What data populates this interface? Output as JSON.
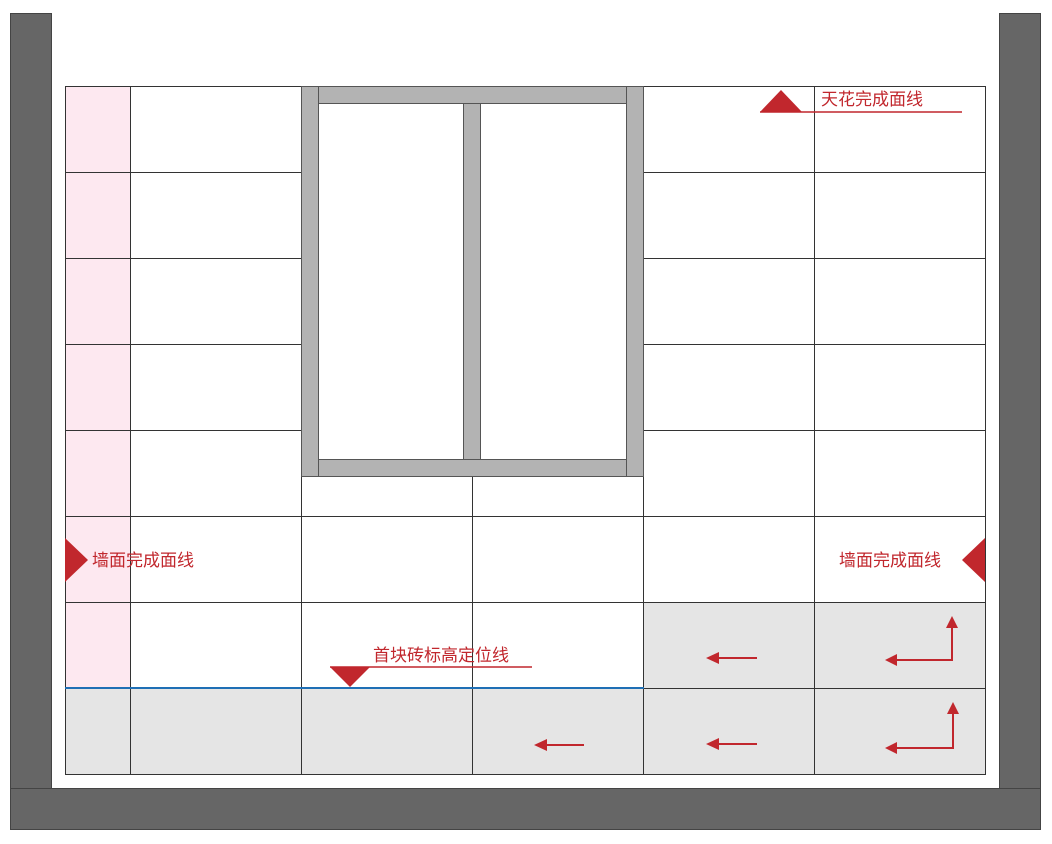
{
  "diagram": {
    "type": "tile wall elevation layout",
    "colors": {
      "wall": "#666666",
      "window_frame": "#b3b3b3",
      "reserved_strip": "#fde8f0",
      "tiled_area": "#e5e5e5",
      "annotation": "#c1272d",
      "reference_line": "#1f6fb5",
      "grid_line": "#333333"
    },
    "grid": {
      "columns_x": [
        65,
        130,
        301,
        472,
        643,
        814,
        985
      ],
      "rows_y": [
        86,
        172,
        258,
        344,
        430,
        516,
        602,
        688,
        774
      ]
    },
    "annotations": {
      "ceiling_line": "天花完成面线",
      "wall_line_left": "墙面完成面线",
      "wall_line_right": "墙面完成面线",
      "first_tile_line": "首块砖标高定位线"
    },
    "arrows": [
      {
        "cell": "row7-col5",
        "direction": "left"
      },
      {
        "cell": "row7-col6",
        "direction": "left-then-up"
      },
      {
        "cell": "row8-col4",
        "direction": "left"
      },
      {
        "cell": "row8-col5",
        "direction": "left"
      },
      {
        "cell": "row8-col6",
        "direction": "left-then-up"
      }
    ]
  }
}
